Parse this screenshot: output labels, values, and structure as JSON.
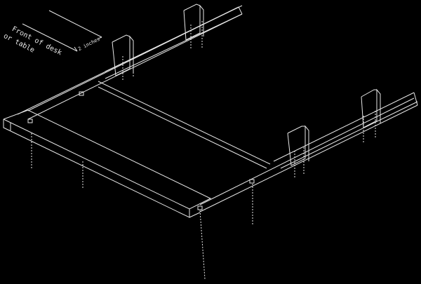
{
  "annotations": {
    "front_label_line1": "Front of desk",
    "front_label_line2": "or table",
    "dimension_label": "2 inches"
  }
}
